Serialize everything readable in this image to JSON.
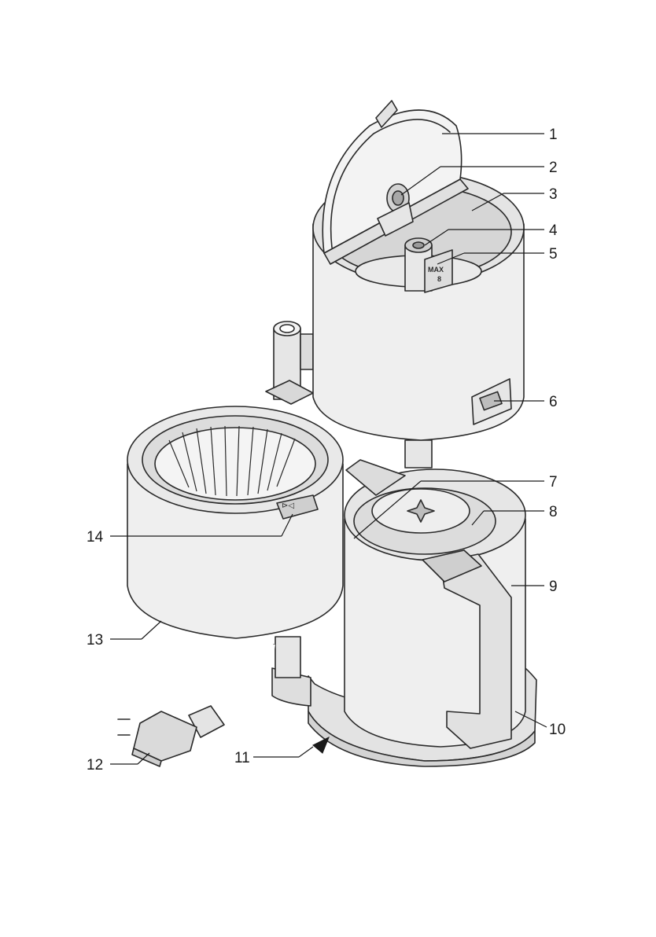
{
  "callouts": [
    {
      "number": "1"
    },
    {
      "number": "2"
    },
    {
      "number": "3"
    },
    {
      "number": "4"
    },
    {
      "number": "5"
    },
    {
      "number": "6"
    },
    {
      "number": "7"
    },
    {
      "number": "8"
    },
    {
      "number": "9"
    },
    {
      "number": "10"
    },
    {
      "number": "11"
    },
    {
      "number": "12"
    },
    {
      "number": "13"
    },
    {
      "number": "14"
    }
  ],
  "tank_marking": {
    "max_label": "MAX",
    "cups_label": "8"
  },
  "colors": {
    "line": "#2a2a2a",
    "fill_light": "#efefef",
    "fill_mid": "#dcdcdc",
    "fill_dark": "#c8c8c8"
  }
}
